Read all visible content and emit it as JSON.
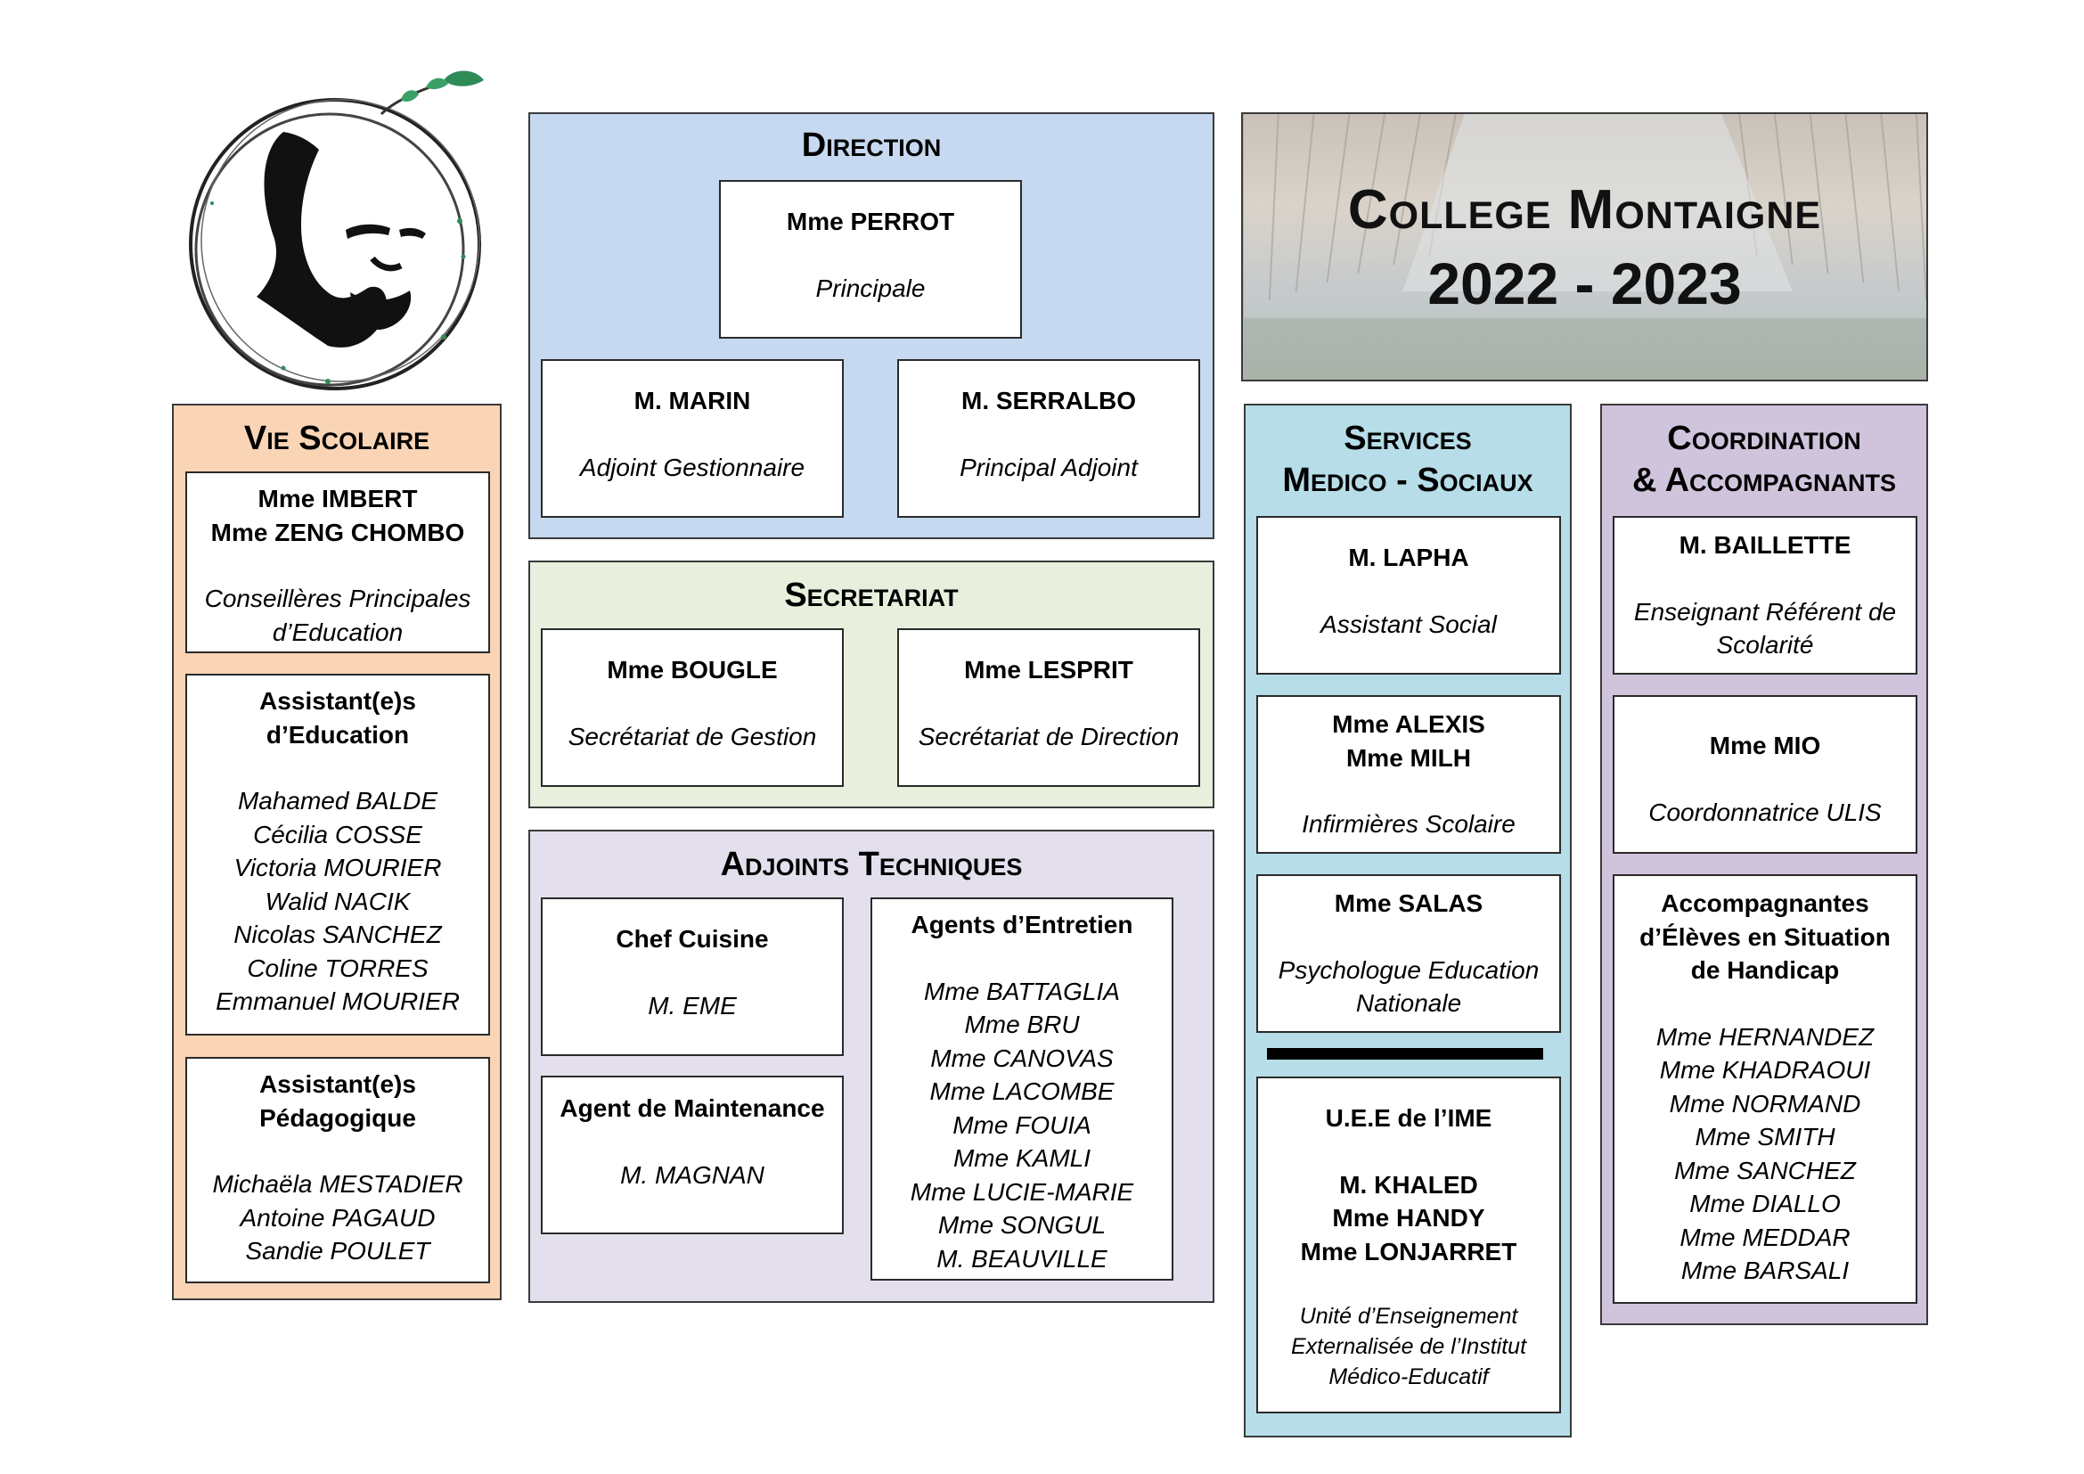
{
  "header": {
    "school_name": "College Montaigne",
    "year": "2022 - 2023"
  },
  "logo": {
    "icon": "montaigne-portrait-logo",
    "accent_color": "#2e8b57"
  },
  "colors": {
    "vie_scolaire": "#f9d4b5",
    "direction": "#c6d9f1",
    "secretariat": "#e8efdc",
    "adjoints": "#e4dfec",
    "medico": "#b6dde8",
    "coordination": "#d0c4dd"
  },
  "direction": {
    "title": "Direction",
    "principal": {
      "name": "Mme PERROT",
      "role": "Principale"
    },
    "gestionnaire": {
      "name": "M. MARIN",
      "role": "Adjoint Gestionnaire"
    },
    "adjoint": {
      "name": "M. SERRALBO",
      "role": "Principal Adjoint"
    }
  },
  "secretariat": {
    "title": "Secretariat",
    "gestion": {
      "name": "Mme BOUGLE",
      "role": "Secrétariat de Gestion"
    },
    "direction": {
      "name": "Mme LESPRIT",
      "role": "Secrétariat de Direction"
    }
  },
  "adjoints": {
    "title": "Adjoints Techniques",
    "chef": {
      "title": "Chef Cuisine",
      "name": "M. EME"
    },
    "maintenance": {
      "title": "Agent de Maintenance",
      "name": "M. MAGNAN"
    },
    "entretien": {
      "title": "Agents d’Entretien",
      "names": "Mme BATTAGLIA\nMme BRU\nMme CANOVAS\nMme LACOMBE\nMme FOUIA\nMme KAMLI\nMme LUCIE-MARIE\nMme SONGUL\nM. BEAUVILLE"
    }
  },
  "vie_scolaire": {
    "title": "Vie Scolaire",
    "cpe": {
      "names": "Mme IMBERT\nMme ZENG CHOMBO",
      "role": "Conseillères Principales\nd’Education"
    },
    "aed": {
      "title": "Assistant(e)s\nd’Education",
      "names": "Mahamed BALDE\nCécilia COSSE\nVictoria MOURIER\nWalid NACIK\nNicolas SANCHEZ\nColine TORRES\nEmmanuel MOURIER"
    },
    "aped": {
      "title": "Assistant(e)s\nPédagogique",
      "names": "Michaëla MESTADIER\nAntoine PAGAUD\nSandie POULET"
    }
  },
  "medico": {
    "title": "Services\nMedico - Sociaux",
    "social": {
      "name": "M. LAPHA",
      "role": "Assistant Social"
    },
    "infirmieres": {
      "names": "Mme ALEXIS\nMme MILH",
      "role": "Infirmières Scolaire"
    },
    "psy": {
      "name": "Mme SALAS",
      "role": "Psychologue Education\nNationale"
    },
    "uee": {
      "title": "U.E.E de l’IME",
      "names": "M. KHALED\nMme HANDY\nMme LONJARRET",
      "role": "Unité d’Enseignement\nExternalisée de l’Institut\nMédico-Educatif"
    }
  },
  "coordination": {
    "title": "Coordination\n& Accompagnants",
    "referent": {
      "name": "M. BAILLETTE",
      "role": "Enseignant Référent de\nScolarité"
    },
    "ulis": {
      "name": "Mme MIO",
      "role": "Coordonnatrice ULIS"
    },
    "aesh": {
      "title": "Accompagnantes\nd’Élèves en Situation\nde Handicap",
      "names": "Mme HERNANDEZ\nMme KHADRAOUI\nMme NORMAND\nMme SMITH\nMme SANCHEZ\nMme DIALLO\nMme MEDDAR\nMme BARSALI"
    }
  }
}
